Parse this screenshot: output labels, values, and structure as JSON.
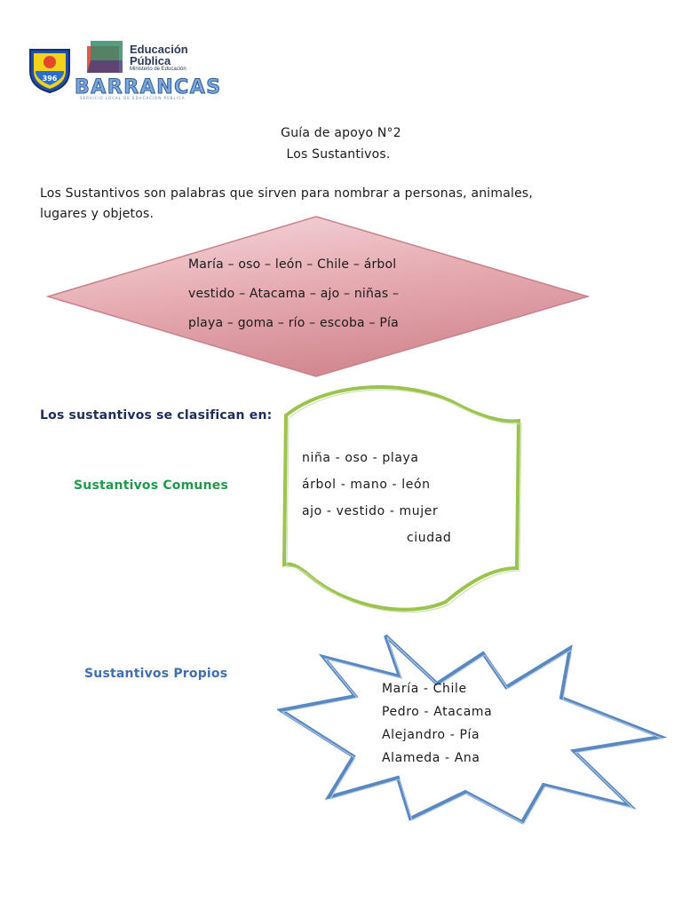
{
  "header": {
    "seal_text": "396",
    "edu_line1": "Educación",
    "edu_line2": "Pública",
    "edu_line3": "Ministerio de Educación",
    "barrancas": "BARRANCAS",
    "barrancas_sub": "SERVICIO LOCAL DE EDUCACIÓN PÚBLICA"
  },
  "title": {
    "line1": "Guía de apoyo N°2",
    "line2": "Los Sustantivos."
  },
  "intro": {
    "line1": "Los Sustantivos son palabras que sirven para nombrar a personas, animales,",
    "line2": "lugares y objetos."
  },
  "diamond": {
    "lines": [
      "María – oso – león – Chile – árbol",
      "vestido – Atacama – ajo – niñas –",
      "playa – goma – río – escoba – Pía"
    ],
    "colors": {
      "fill_top": "#f1d1d6",
      "fill_bottom": "#d98f98",
      "stroke": "#b86a74"
    }
  },
  "classify": {
    "heading": "Los sustantivos se clasifican en:",
    "comunes": {
      "label": "Sustantivos Comunes",
      "lines": [
        "niña  -  oso  -  playa",
        "árbol  -  mano  -  león",
        "ajo  -  vestido  -  mujer",
        "ciudad"
      ],
      "stroke": "#9bc34f"
    },
    "propios": {
      "label": "Sustantivos Propios",
      "lines": [
        "María  -  Chile",
        "Pedro  -  Atacama",
        "Alejandro  -  Pía",
        "Alameda  - Ana"
      ],
      "stroke": "#5a88c0"
    }
  }
}
